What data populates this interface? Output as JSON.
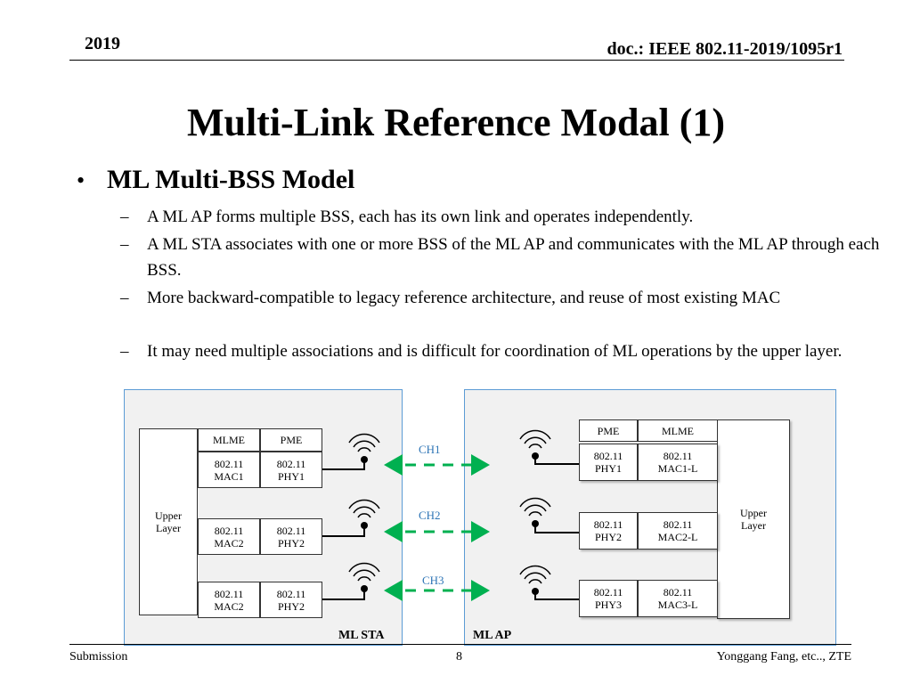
{
  "header": {
    "year": "2019",
    "doc": "doc.: IEEE 802.11-2019/1095r1"
  },
  "title": "Multi-Link Reference Modal (1)",
  "bullet": {
    "symbol": "•",
    "text": "ML Multi-BSS Model",
    "dash": "–",
    "subs": [
      "A ML AP forms multiple BSS, each has its own link and operates independently.",
      "A ML STA associates with one or more BSS of the ML AP and communicates with the ML AP through each BSS.",
      "More backward-compatible to legacy reference architecture, and reuse of most existing MAC",
      "It may need multiple associations and is difficult for coordination of ML operations by the upper layer."
    ]
  },
  "diagram": {
    "sta": {
      "label": "ML STA",
      "upper": "Upper\nLayer",
      "mlme": "MLME",
      "pme": "PME",
      "mac1": "802.11\nMAC1",
      "phy1": "802.11\nPHY1",
      "mac2a": "802.11\nMAC2",
      "phy2a": "802.11\nPHY2",
      "mac2b": "802.11\nMAC2",
      "phy2b": "802.11\nPHY2"
    },
    "ap": {
      "label": "ML AP",
      "upper": "Upper\nLayer",
      "pme": "PME",
      "mlme": "MLME",
      "phy1": "802.11\nPHY1",
      "mac1": "802.11\nMAC1-L",
      "phy2": "802.11\nPHY2",
      "mac2": "802.11\nMAC2-L",
      "phy3": "802.11\nPHY3",
      "mac3": "802.11\nMAC3-L"
    },
    "channels": [
      "CH1",
      "CH2",
      "CH3"
    ],
    "colors": {
      "channel": "#00b050",
      "panel_border": "#5b9bd5",
      "channel_label": "#2e75b6"
    }
  },
  "footer": {
    "left": "Submission",
    "page": "8",
    "right": "Yonggang Fang, etc.., ZTE"
  }
}
